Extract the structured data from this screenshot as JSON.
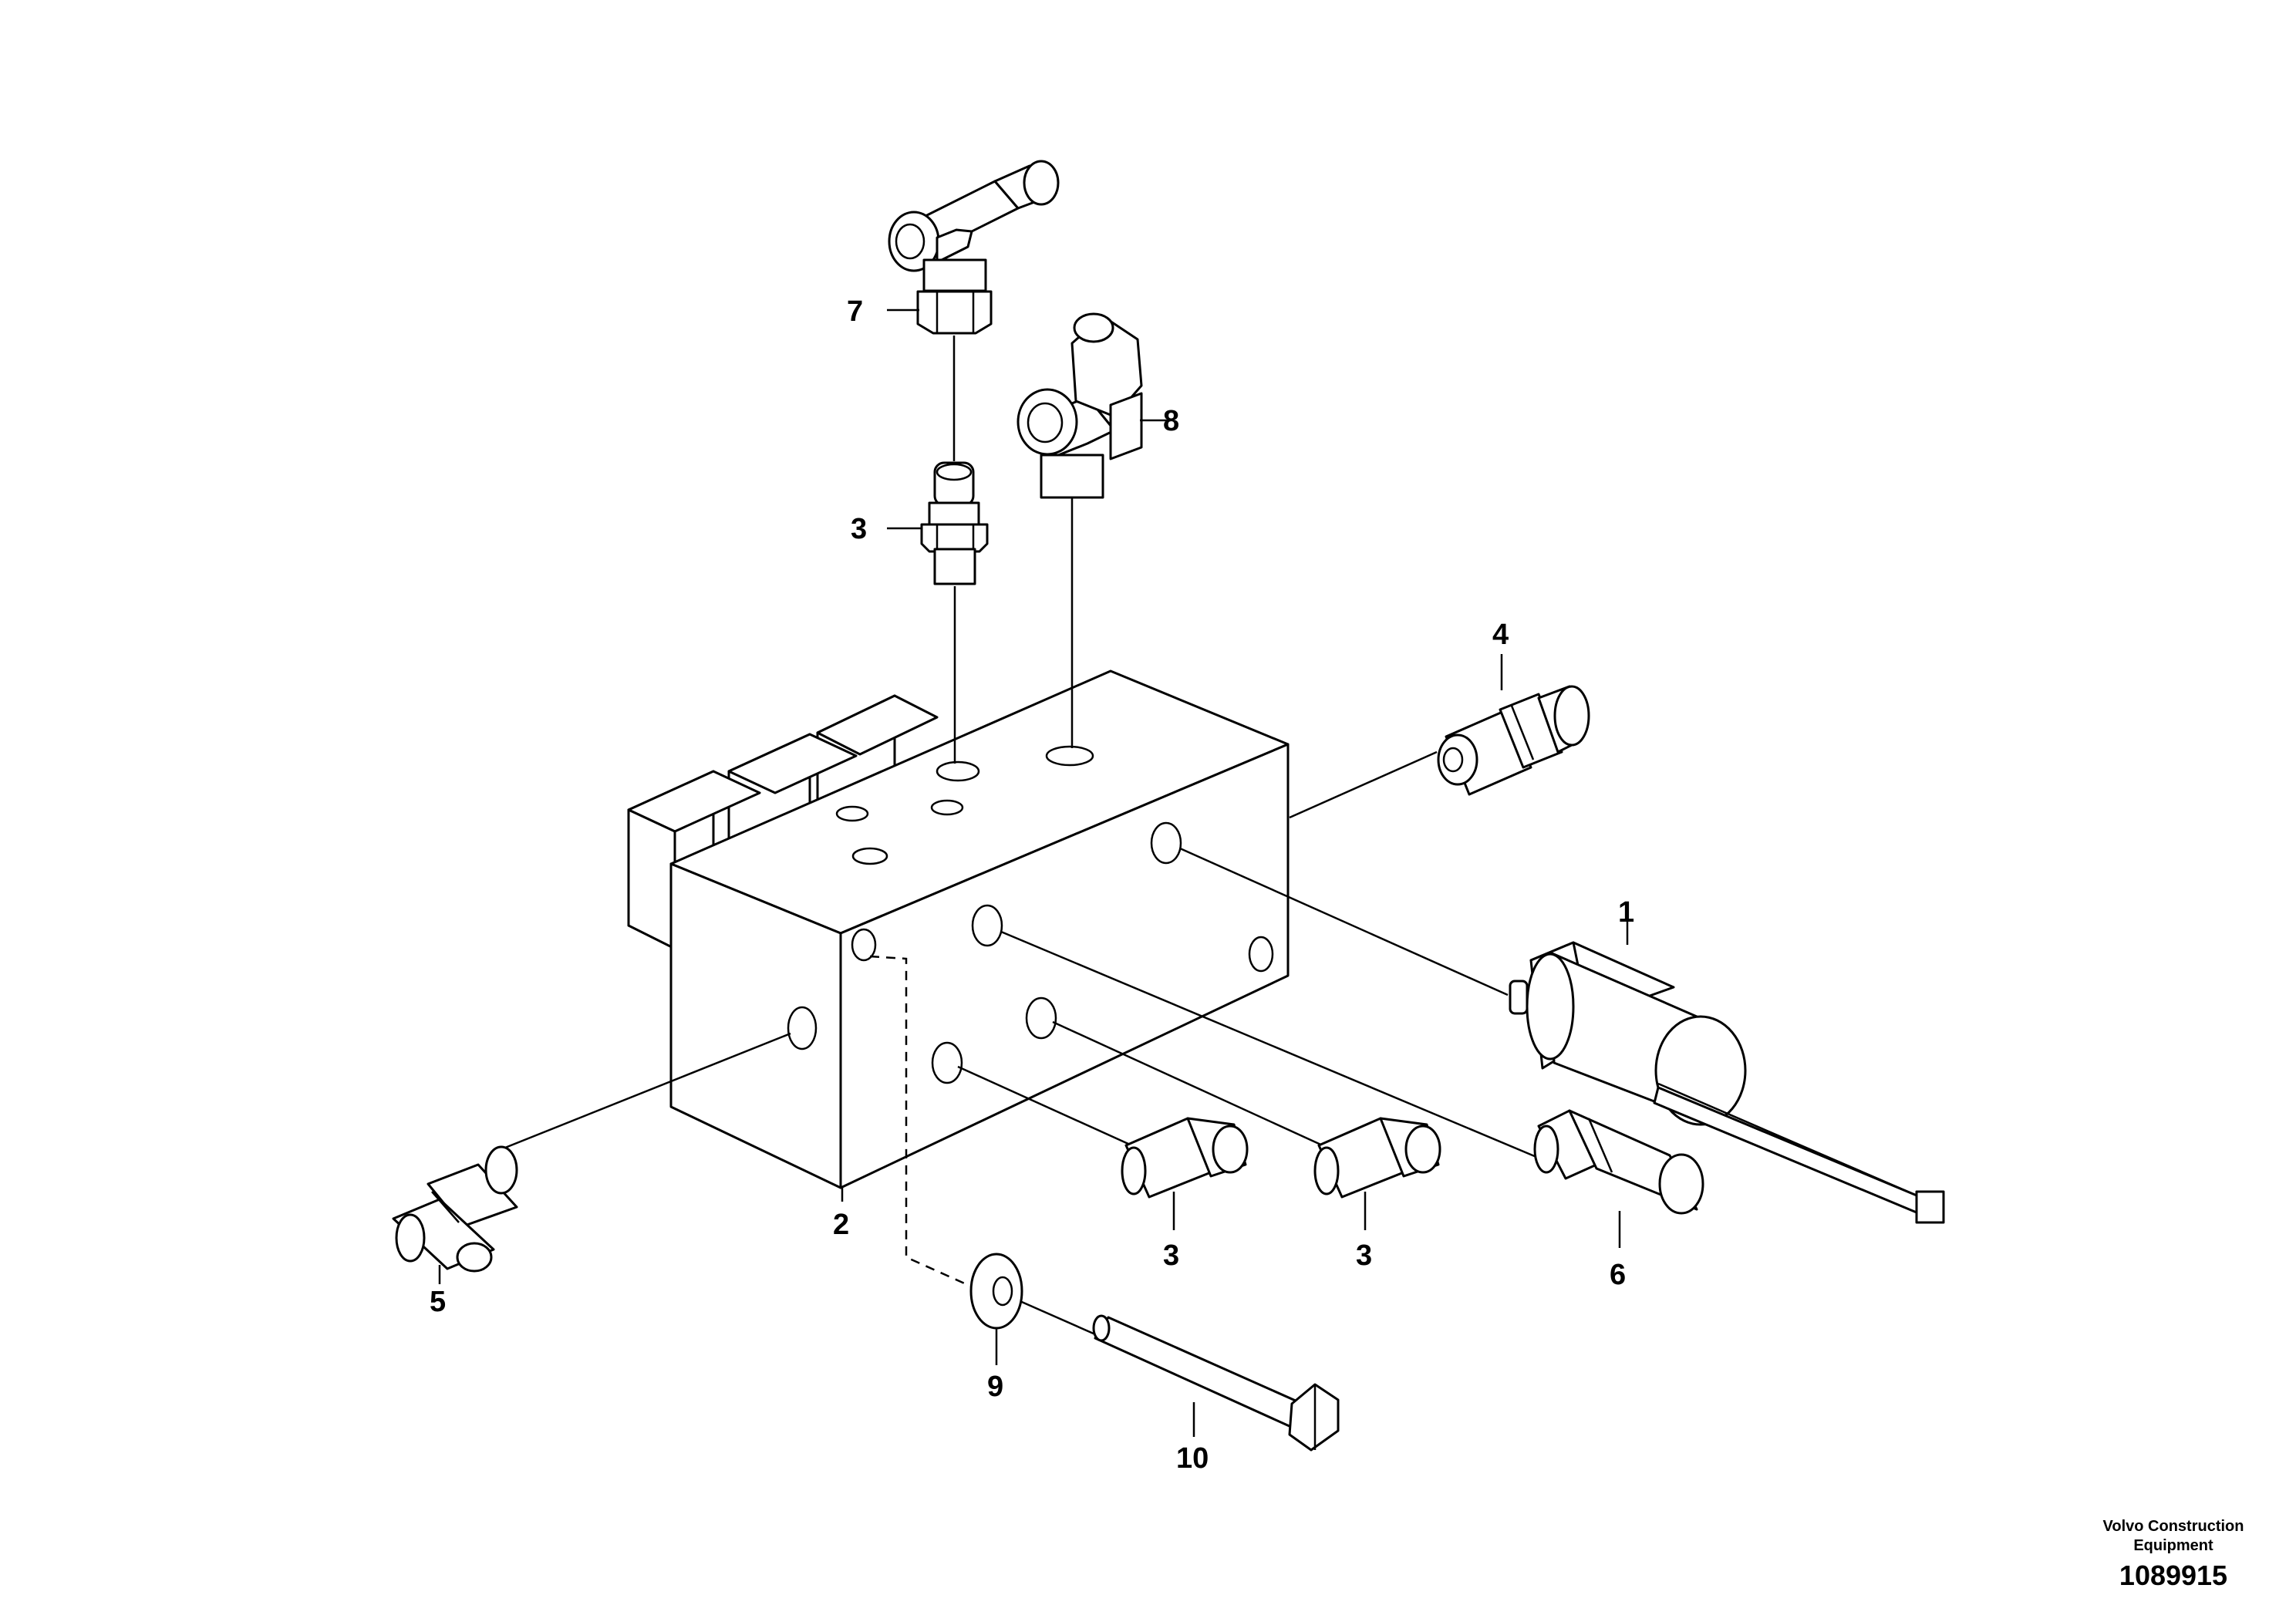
{
  "callouts": {
    "c1": "1",
    "c2": "2",
    "c3a": "3",
    "c3b": "3",
    "c3c": "3",
    "c4": "4",
    "c5": "5",
    "c6": "6",
    "c7": "7",
    "c8": "8",
    "c9": "9",
    "c10": "10"
  },
  "credit": {
    "line1": "Volvo Construction",
    "line2": "Equipment",
    "number": "1089915"
  }
}
